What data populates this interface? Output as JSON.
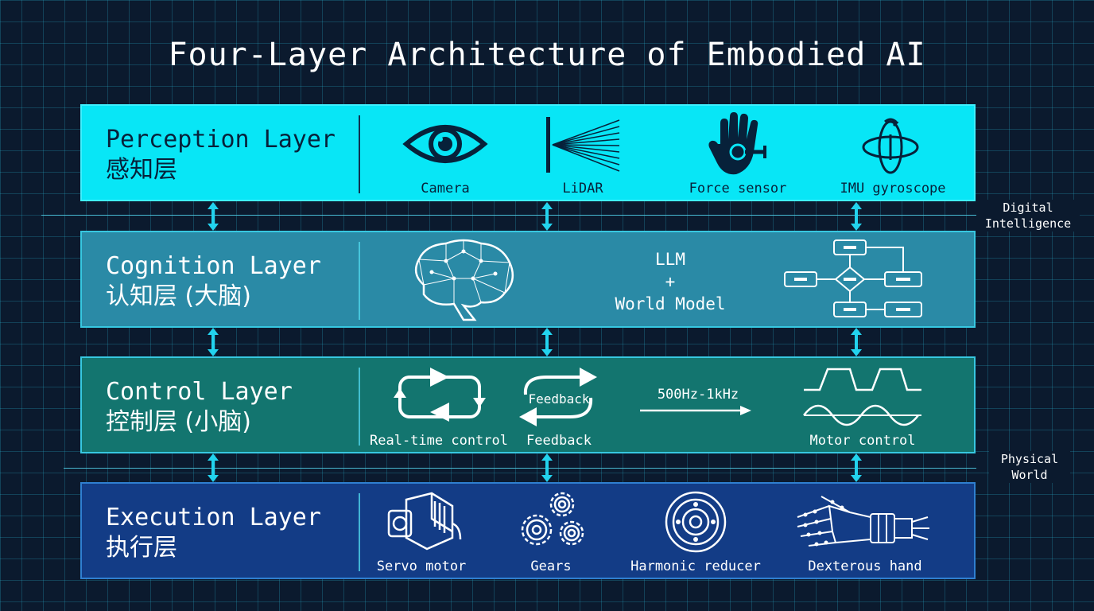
{
  "title": "Four-Layer Architecture of Embodied AI",
  "side_labels": {
    "digital_line1": "Digital",
    "digital_line2": "Intelligence",
    "physical_line1": "Physical",
    "physical_line2": "World"
  },
  "layers": [
    {
      "name_en": "Perception Layer",
      "name_zh": "感知层",
      "items": [
        "Camera",
        "LiDAR",
        "Force sensor",
        "IMU gyroscope"
      ]
    },
    {
      "name_en": "Cognition Layer",
      "name_zh": "认知层 (大脑)",
      "llm_line1": "LLM",
      "llm_plus": "+",
      "llm_line2": "World Model"
    },
    {
      "name_en": "Control Layer",
      "name_zh": "控制层 (小脑)",
      "items": [
        "Real-time control",
        "Feedback",
        "Motor control"
      ],
      "feedback_inner": "Feedback",
      "frequency": "500Hz-1kHz"
    },
    {
      "name_en": "Execution Layer",
      "name_zh": "执行层",
      "items": [
        "Servo motor",
        "Gears",
        "Harmonic reducer",
        "Dexterous hand"
      ]
    }
  ],
  "colors": {
    "perception": "#08e6f6",
    "cognition": "#2a8aa6",
    "control": "#13756f",
    "execution": "#133c86",
    "arrow": "#22d3ee"
  }
}
